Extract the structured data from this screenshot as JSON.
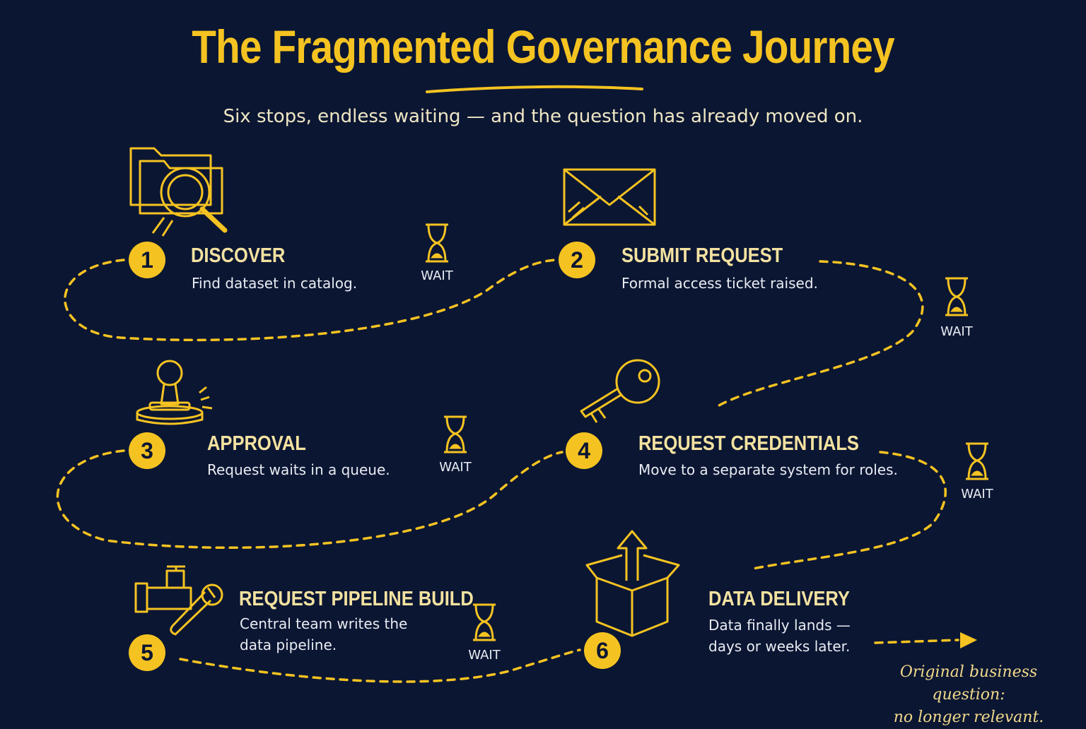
{
  "title": "The Fragmented Governance Journey",
  "subtitle": "Six stops, endless waiting — and the question has already moved on.",
  "steps": [
    {
      "number": "1",
      "title": "DISCOVER",
      "description": "Find dataset in catalog.",
      "icon": "folder-magnifier-icon"
    },
    {
      "number": "2",
      "title": "SUBMIT REQUEST",
      "description": "Formal access ticket raised.",
      "icon": "envelope-icon"
    },
    {
      "number": "3",
      "title": "APPROVAL",
      "description": "Request waits in a queue.",
      "icon": "rubber-stamp-icon"
    },
    {
      "number": "4",
      "title": "REQUEST CREDENTIALS",
      "description": "Move to a separate system for roles.",
      "icon": "key-icon"
    },
    {
      "number": "5",
      "title": "REQUEST PIPELINE BUILD",
      "description_line1": "Central team writes the",
      "description_line2": "data pipeline.",
      "icon": "pipe-wrench-icon"
    },
    {
      "number": "6",
      "title": "DATA DELIVERY",
      "description_line1": "Data finally lands —",
      "description_line2": "days or weeks later.",
      "icon": "box-arrow-icon"
    }
  ],
  "wait_label": "WAIT",
  "footnote": {
    "line1": "Original business question:",
    "line2": "no longer relevant."
  },
  "colors": {
    "background": "#0b1633",
    "accent": "#f5c321",
    "text": "#e9ecf2"
  }
}
